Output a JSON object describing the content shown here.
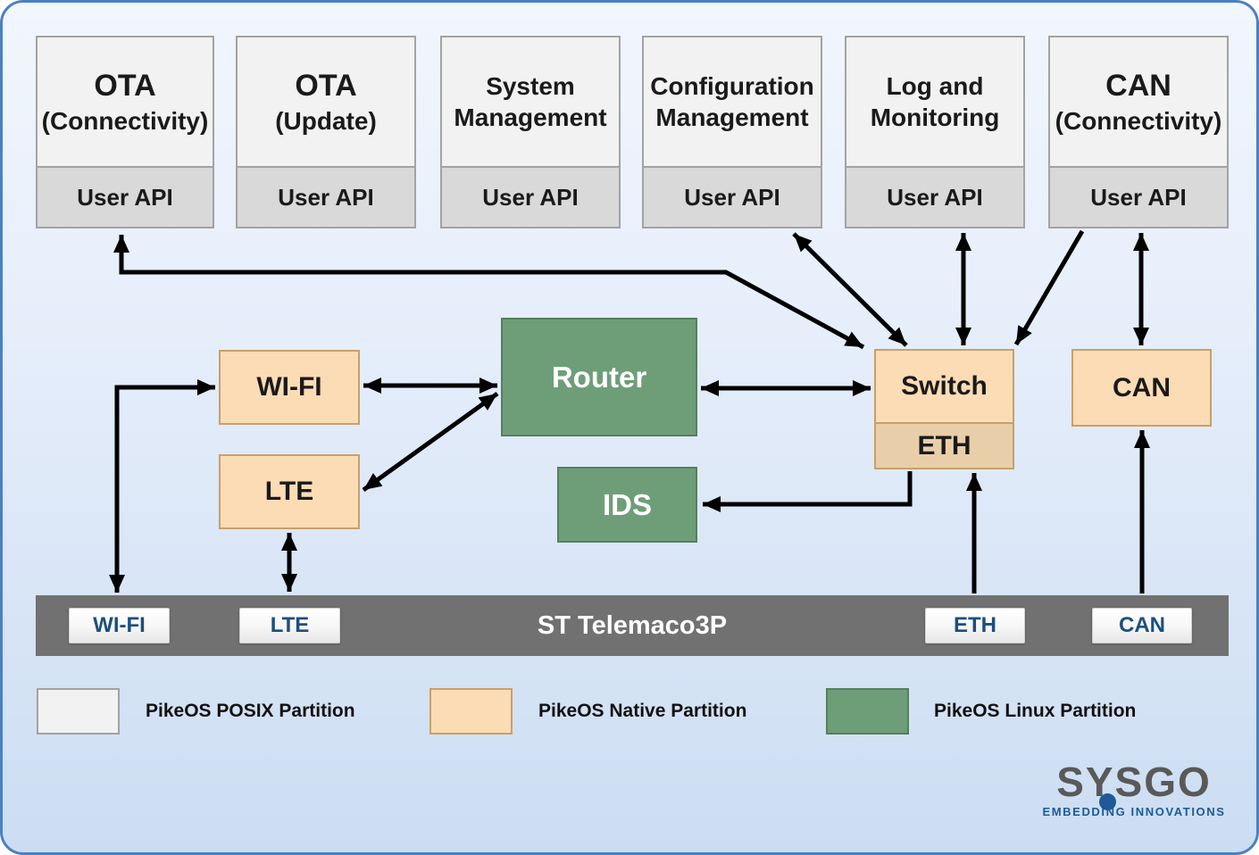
{
  "top_boxes": [
    {
      "line1": "OTA",
      "line2": "(Connectivity)",
      "api": "User API"
    },
    {
      "line1": "OTA",
      "line2": "(Update)",
      "api": "User API"
    },
    {
      "line1": "System",
      "line2": "Management",
      "api": "User API"
    },
    {
      "line1": "Configuration",
      "line2": "Management",
      "api": "User API"
    },
    {
      "line1": "Log and",
      "line2": "Monitoring",
      "api": "User API"
    },
    {
      "line1": "CAN",
      "line2": "(Connectivity)",
      "api": "User API"
    }
  ],
  "nodes": {
    "wifi": "WI-FI",
    "lte": "LTE",
    "router": "Router",
    "ids": "IDS",
    "switch": "Switch",
    "switch_eth": "ETH",
    "can": "CAN"
  },
  "soc": {
    "label": "ST Telemaco3P",
    "ports": [
      "WI-FI",
      "LTE",
      "ETH",
      "CAN"
    ]
  },
  "legend": [
    {
      "label": "PikeOS POSIX Partition",
      "color": "#f2f2f2"
    },
    {
      "label": "PikeOS Native Partition",
      "color": "#fcdcb5"
    },
    {
      "label": "PikeOS Linux Partition",
      "color": "#6e9e78"
    }
  ],
  "logo": {
    "brand": "SYSGO",
    "tagline": "EMBEDDING INNOVATIONS"
  },
  "colors": {
    "canvas_border": "#4a80c4",
    "arrow": "#000000",
    "soc_bar": "#717171",
    "chip_text": "#1b4f7d",
    "posix_fill": "#f2f2f2",
    "posix_api_fill": "#d9d9d9",
    "native_fill": "#fcdcb5",
    "native_eth_fill": "#e9cfa9",
    "linux_fill": "#6e9e78"
  }
}
